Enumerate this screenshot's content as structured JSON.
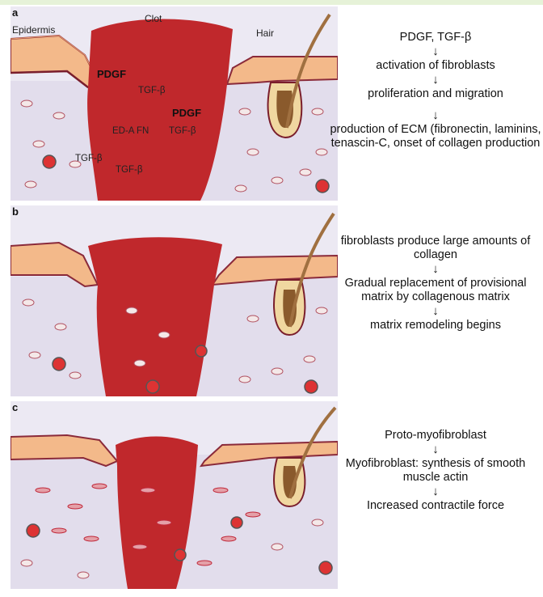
{
  "panels": [
    {
      "label": "a",
      "annotations": {
        "epidermis": "Epidermis",
        "clot": "Clot",
        "hair": "Hair"
      },
      "growth_factors": {
        "pdgf_1": "PDGF",
        "tgf_1": "TGF-β",
        "pdgf_2": "PDGF",
        "edafn": "ED-A FN",
        "tgf_2": "TGF-β",
        "tgf_3": "TGF-β",
        "tgf_4": "TGF-β"
      },
      "steps": [
        "PDGF, TGF-β",
        "activation of fibroblasts",
        "proliferation and migration",
        "production of ECM (fibronectin, laminins, tenascin-C, onset of collagen production"
      ]
    },
    {
      "label": "b",
      "steps": [
        "fibroblasts produce large amounts of collagen",
        "Gradual replacement of provisional matrix by collagenous matrix",
        "matrix  remodeling begins"
      ]
    },
    {
      "label": "c",
      "steps": [
        "Proto-myofibroblast",
        "Myofibroblast: synthesis of smooth muscle actin",
        "Increased contractile force"
      ]
    }
  ],
  "arrow_glyph": "↓",
  "colors": {
    "clot": "#c0282c",
    "dermis": "#e4e0ee",
    "epidermis": "#f2b685",
    "border": "#7a1e2c",
    "hair": "#8a5a2c"
  }
}
